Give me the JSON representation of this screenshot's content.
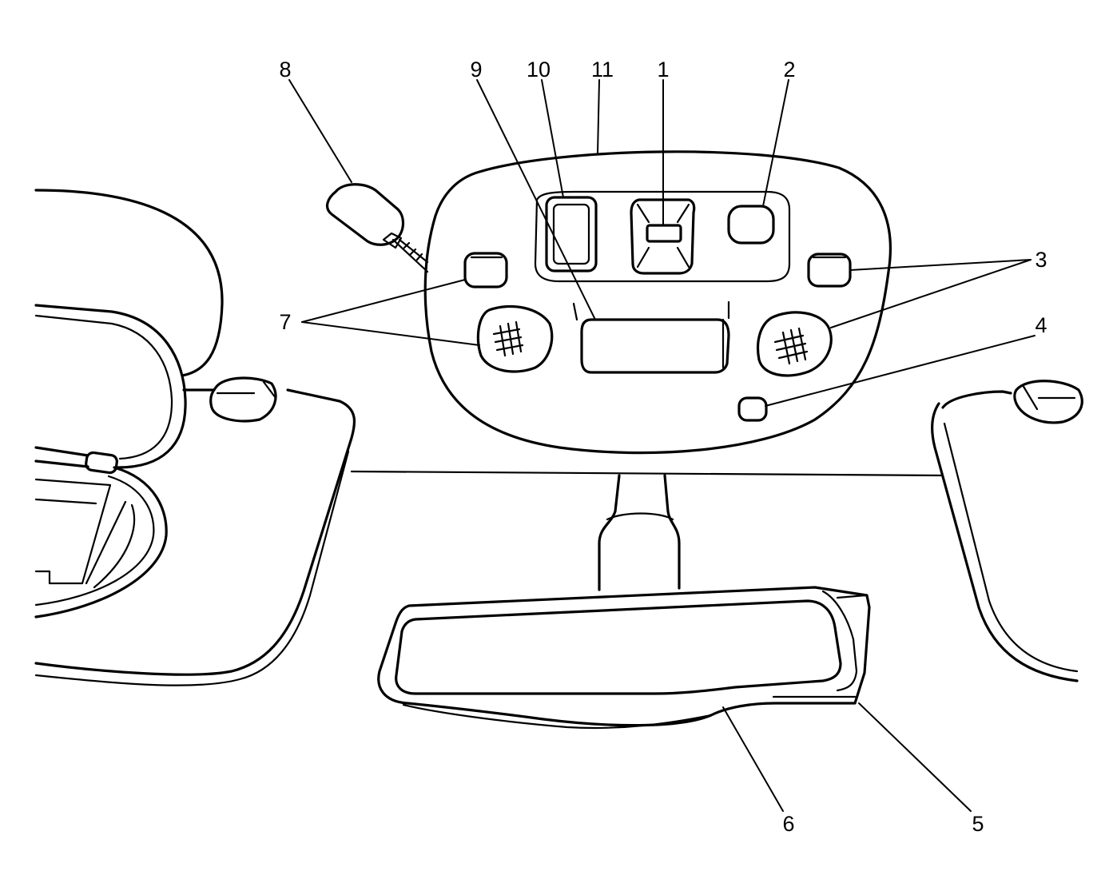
{
  "callouts": [
    {
      "id": "c1",
      "label": "1"
    },
    {
      "id": "c2",
      "label": "2"
    },
    {
      "id": "c3",
      "label": "3"
    },
    {
      "id": "c4",
      "label": "4"
    },
    {
      "id": "c5",
      "label": "5"
    },
    {
      "id": "c6",
      "label": "6"
    },
    {
      "id": "c7",
      "label": "7"
    },
    {
      "id": "c8",
      "label": "8"
    },
    {
      "id": "c9",
      "label": "9"
    },
    {
      "id": "c10",
      "label": "10"
    },
    {
      "id": "c11",
      "label": "11"
    }
  ],
  "colors": {
    "line": "#000000",
    "background": "#ffffff"
  }
}
